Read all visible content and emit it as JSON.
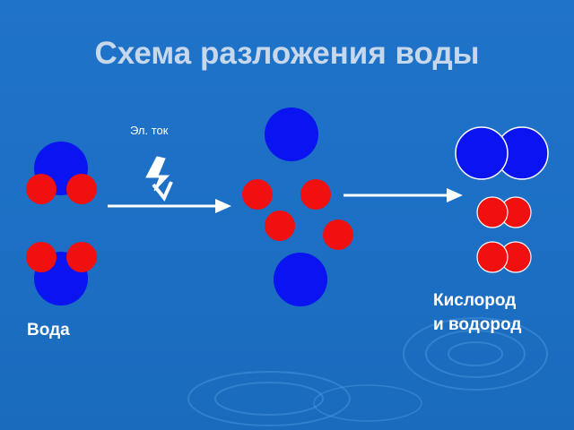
{
  "title": "Схема разложения воды",
  "current_label": "Эл. ток",
  "water_label": "Вода",
  "products_label_line1": "Кислород",
  "products_label_line2": "и водород",
  "colors": {
    "oxygen": "#0a14f0",
    "hydrogen": "#f01010",
    "arrow": "#ffffff",
    "background": "#1c6fc4"
  },
  "icons": [
    "lightning-bolt-icon",
    "right-arrow-icon"
  ]
}
